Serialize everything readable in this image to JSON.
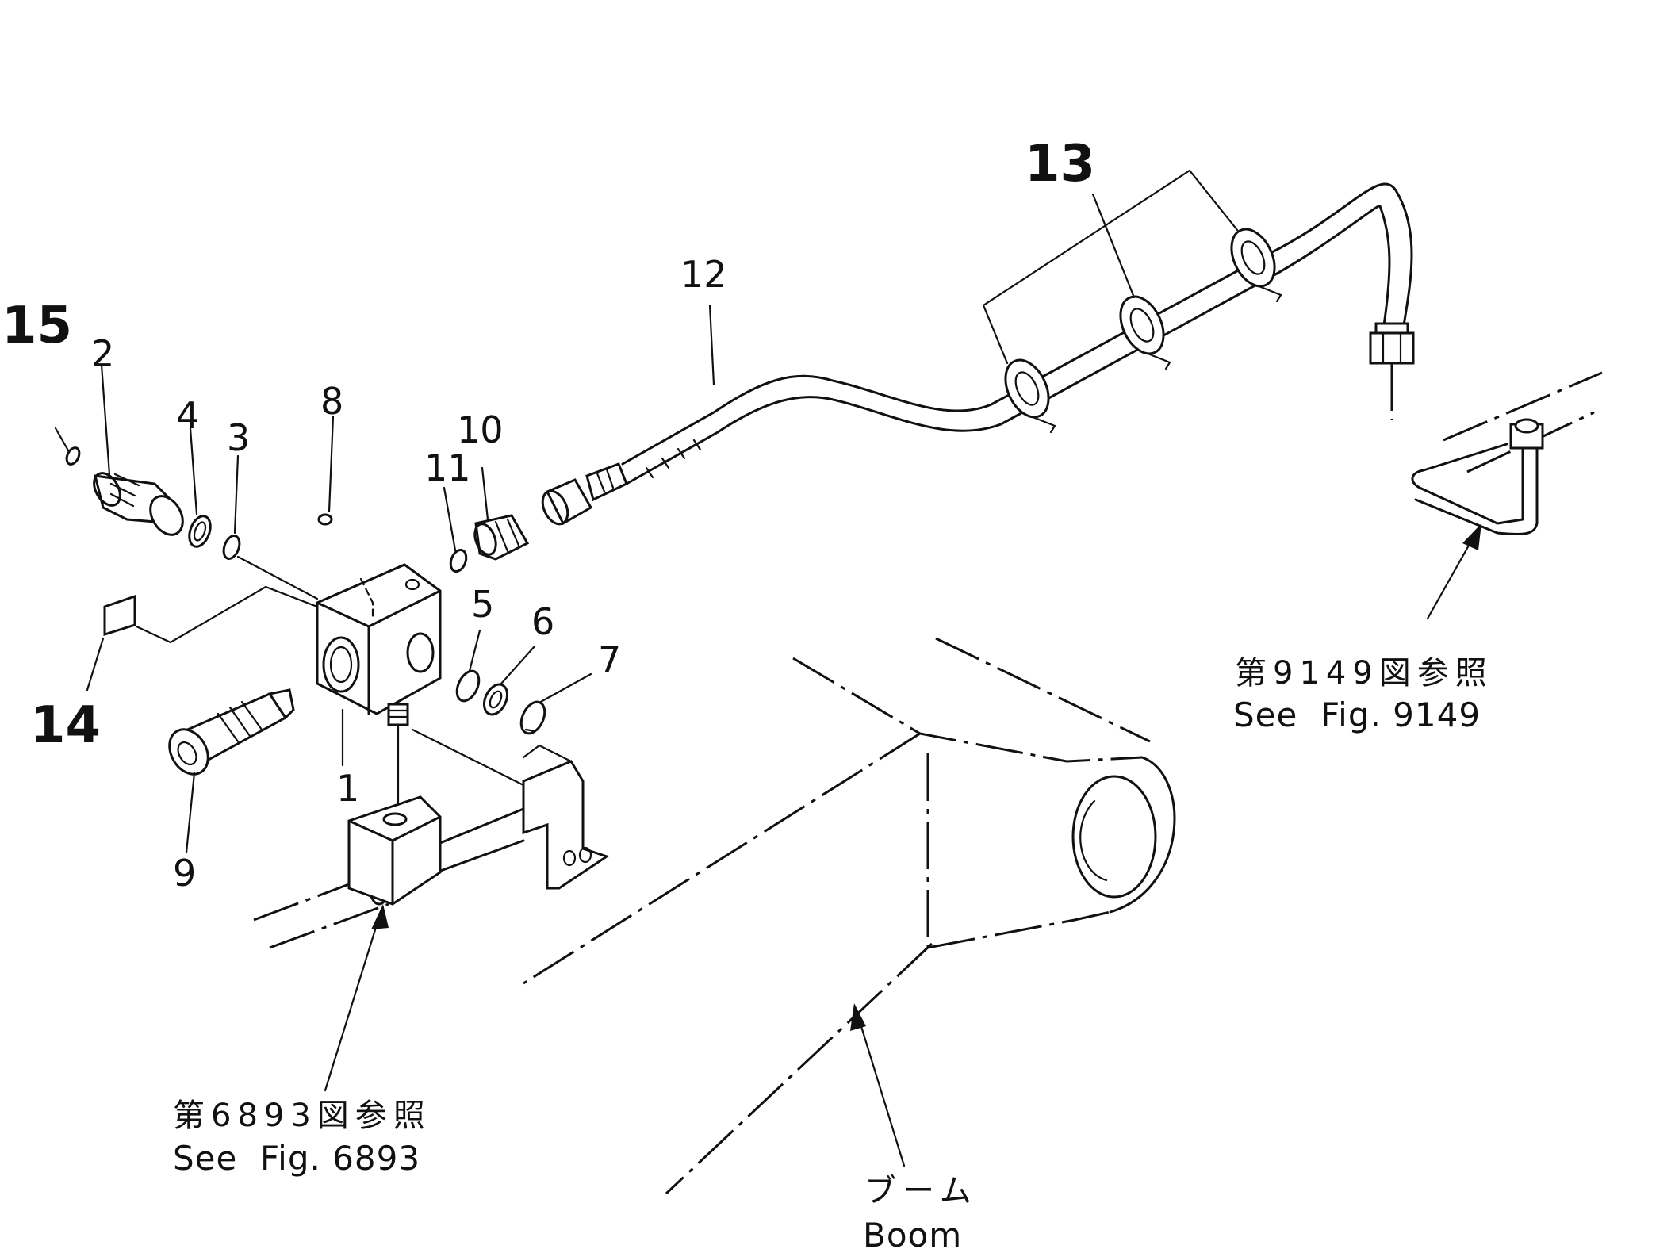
{
  "parts": {
    "p1": "1",
    "p2": "2",
    "p3": "3",
    "p4": "4",
    "p5": "5",
    "p6": "6",
    "p7": "7",
    "p8": "8",
    "p9": "9",
    "p10": "10",
    "p11": "11",
    "p12": "12",
    "p13": "13",
    "p14": "14",
    "p15": "15"
  },
  "references": {
    "fig9149_jp": "第9149図参照",
    "fig9149_en": "See  Fig. 9149",
    "fig6893_jp": "第6893図参照",
    "fig6893_en": "See  Fig. 6893",
    "boom_jp": "ブーム",
    "boom_en": "Boom"
  }
}
